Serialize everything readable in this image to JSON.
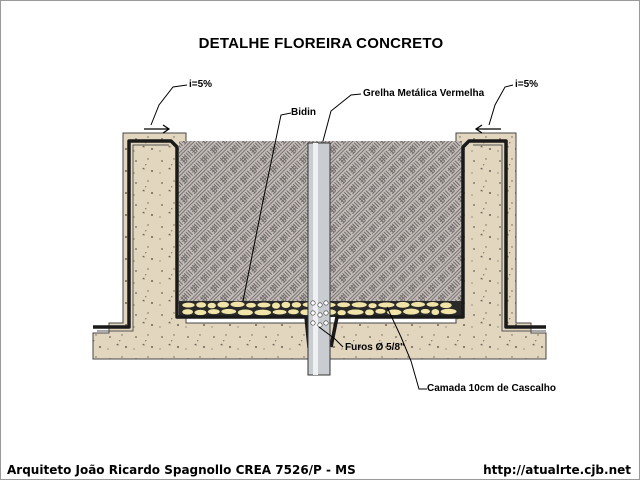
{
  "title": "DETALHE FLOREIRA CONCRETO",
  "labels": {
    "slope_left": "i=5%",
    "slope_right": "i=5%",
    "bidin": "Bidin",
    "grelha": "Grelha Metálica Vermelha",
    "furos": "Furos Ø 5/8\"",
    "cascalho": "Camada 10cm de Cascalho"
  },
  "footer": {
    "author": "Arquiteto João Ricardo Spagnollo CREA 7526/P - MS",
    "url": "http://atualrte.cjb.net"
  },
  "colors": {
    "concrete": "#e2d6bf",
    "soil_fill": "#bdb6b3",
    "soil_hatch": "#6f6a68",
    "membrane": "#1a1a1a",
    "pipe": "#c9ccd0",
    "gravel": "#f0e4a8"
  }
}
